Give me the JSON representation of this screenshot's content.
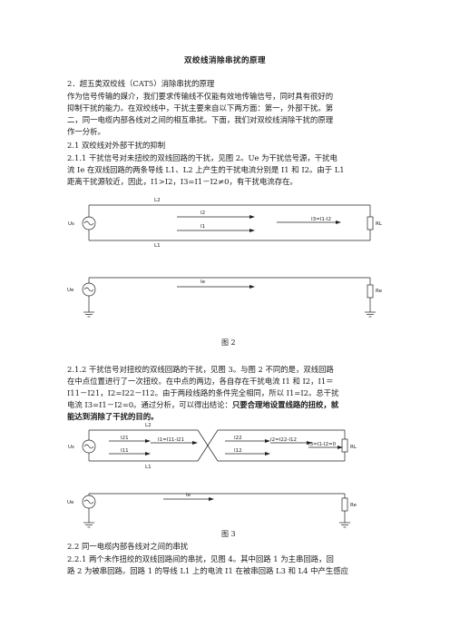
{
  "title": "双绞线消除串扰的原理",
  "section2": "2．超五类双绞线（CAT5）消除串扰的原理",
  "intro_lines": [
    "作为信号传输的媒介，我们要求传输线不仅能有效地传输信号，同时具有很好的",
    "抑制干扰的能力。在双绞线中，干扰主要来自以下两方面：第一，外部干扰。第",
    "二，同一电缆内部各线对之间的相互串扰。下面，我们对双绞线消除干扰的原理",
    "作一分析。"
  ],
  "sec21": "2.1 双绞线对外部干扰的抑制",
  "sec211_lines": [
    "2.1.1 干扰信号对未扭绞的双线回路的干扰，见图 2。Ue 为干扰信号源，干扰电",
    "流 Ie 在双线回路的两条导线 L1、L2 上产生的干扰电流分别是 I1 和 I2。由于 L1",
    "距离干扰源较近，因此，I1>I2，I3=I1－I2≠0，有干扰电流存在。"
  ],
  "fig2": {
    "caption": "图 2",
    "labels": {
      "l2": "L2",
      "l1": "L1",
      "us": "Us",
      "i2": "I2",
      "i1": "I1",
      "i3": "I3=I1-I2",
      "rl": "RL",
      "ue": "Ue",
      "ie": "Ie",
      "re": "Re"
    }
  },
  "sec212_lines": [
    "2.1.2 干扰信号对扭绞的双线回路的干扰，见图 3。与图 2 不同的是，双线回路",
    "在中点位置进行了一次扭绞。在中点的两边，各自存在干扰电流 I1 和 I2，I1＝",
    "I11－I21，I2=I22－I12。由于两段线路的条件完全相同，所以 I1=I2。总干扰",
    "电流 I3=I1－I2=0。通过分析，可以得出结论："
  ],
  "sec212_bold_tail": "只要合理地设置线路的扭绞，就",
  "sec212_bold_line": "能达到消除了干扰的目的。",
  "fig3": {
    "caption": "图 3",
    "labels": {
      "l2": "L2",
      "l1": "L1",
      "us": "Us",
      "i21": "I21",
      "i11": "I11",
      "mid": "I1=I11-I21",
      "i22": "I22",
      "i12": "I12",
      "right": "I2=I22-I12",
      "i3": "I3=I1-I2=0",
      "rl": "RL",
      "ue": "Ue",
      "ie": "Ie",
      "re": "Re"
    }
  },
  "sec22": "2.2 同一电缆内部各线对之间的串扰",
  "sec221_lines": [
    "2.2.1 两个未作扭绞的双线回路间的串扰，见图 4。其中回路 1 为主串回路，回",
    "路 2 为被串回路。回路 1 的导线 L1 上的电流 I1 在被串回路 L3 和 L4 中产生感应"
  ]
}
